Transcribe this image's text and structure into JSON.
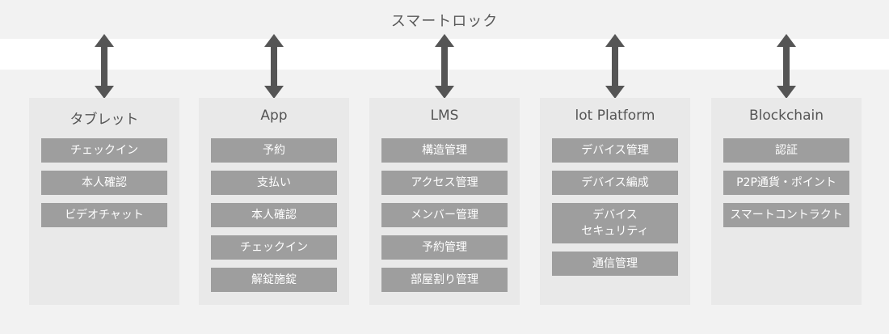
{
  "title": "スマートロック",
  "columns": [
    {
      "title": "タブレット",
      "items": [
        "チェックイン",
        "本人確認",
        "ビデオチャット"
      ]
    },
    {
      "title": "App",
      "items": [
        "予約",
        "支払い",
        "本人確認",
        "チェックイン",
        "解錠施錠"
      ]
    },
    {
      "title": "LMS",
      "items": [
        "構造管理",
        "アクセス管理",
        "メンバー管理",
        "予約管理",
        "部屋割り管理"
      ]
    },
    {
      "title": "lot Platform",
      "items": [
        "デバイス管理",
        "デバイス編成",
        "デバイス\nセキュリティ",
        "通信管理"
      ]
    },
    {
      "title": "Blockchain",
      "items": [
        "認証",
        "P2P通貨・ポイント",
        "スマートコントラクト"
      ]
    }
  ],
  "colors": {
    "band": "#f2f2f2",
    "column": "#e9e9e9",
    "item": "#9e9e9e",
    "arrow": "#555555"
  }
}
